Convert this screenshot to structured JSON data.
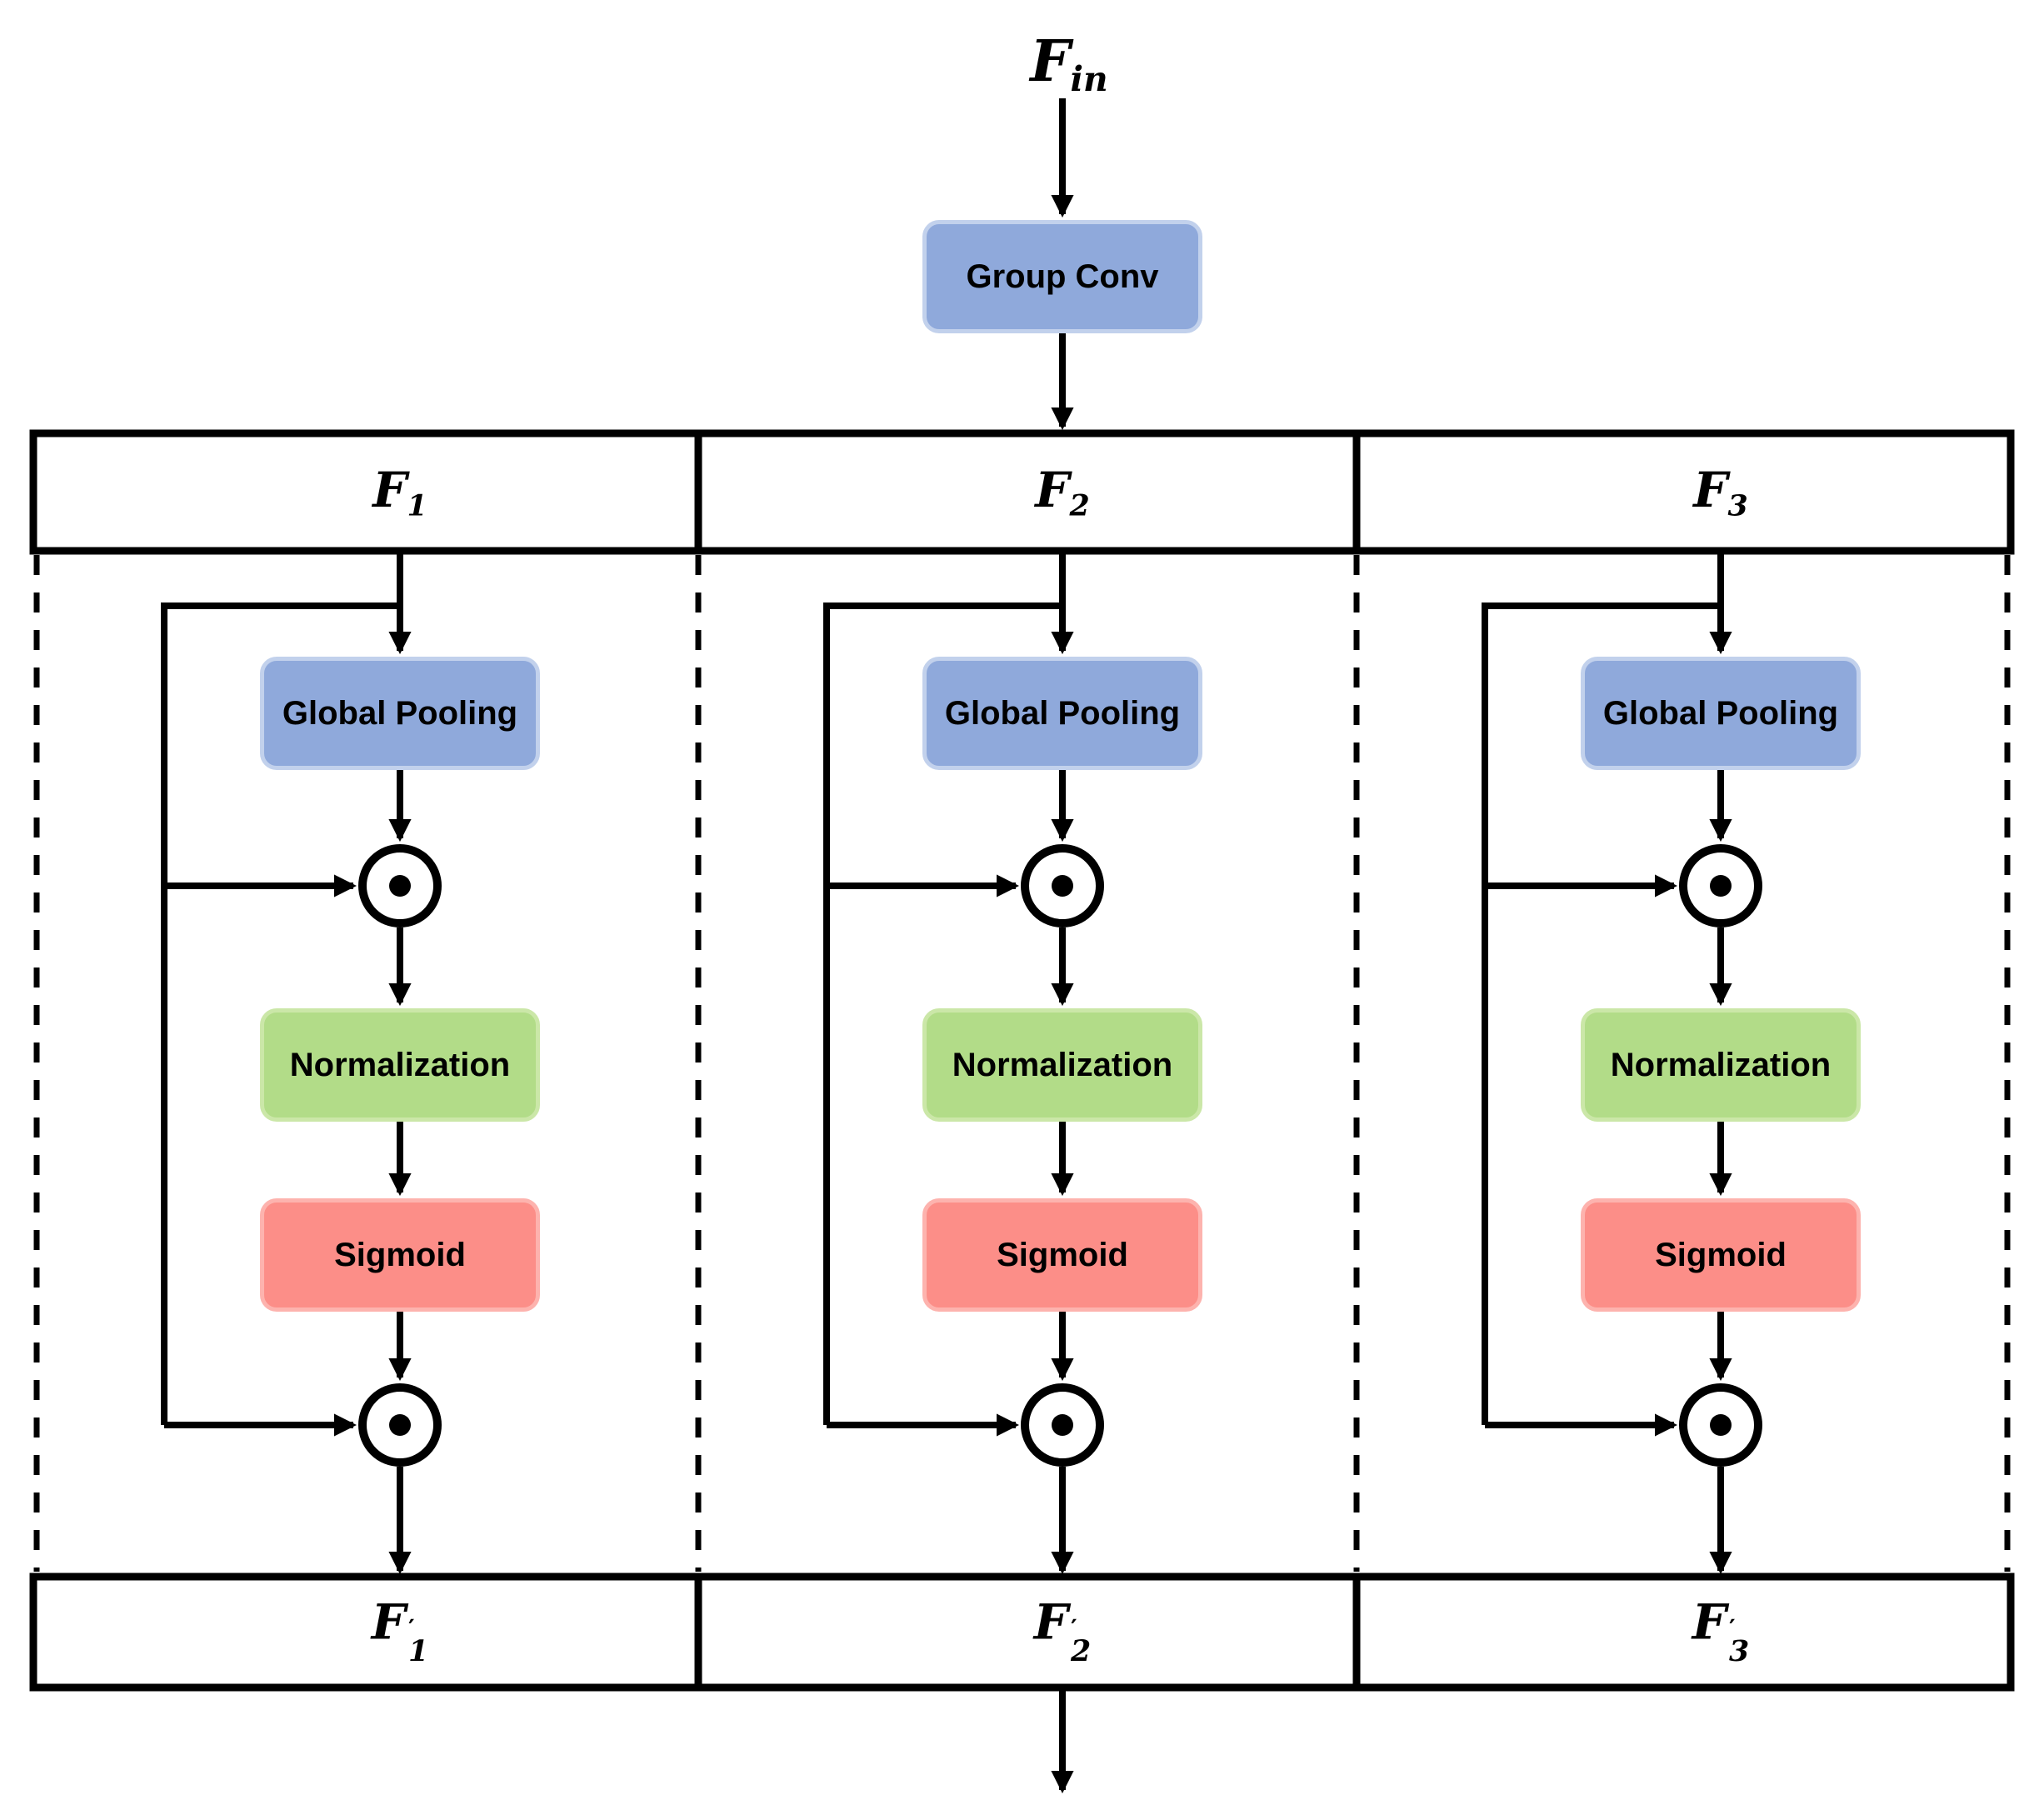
{
  "colors": {
    "canvas_bg": "#ffffff",
    "line": "#000000",
    "box_blue_fill": "#8FA9DB",
    "box_blue_border": "#C2D1EC",
    "box_green_fill": "#B2DC88",
    "box_green_border": "#CBE7A8",
    "box_red_fill": "#FC8E88",
    "box_red_border": "#FDB3AE"
  },
  "input": {
    "base": "F",
    "sub": "in"
  },
  "group_conv": {
    "label": "Group Conv"
  },
  "operator_icon": "circled-dot-elementwise-product",
  "branches": [
    {
      "header_base": "F",
      "header_sub": "1",
      "pool_label": "Global Pooling",
      "norm_label": "Normalization",
      "sigmoid_label": "Sigmoid",
      "out_base": "F",
      "out_prime": "′",
      "out_sub": "1"
    },
    {
      "header_base": "F",
      "header_sub": "2",
      "pool_label": "Global Pooling",
      "norm_label": "Normalization",
      "sigmoid_label": "Sigmoid",
      "out_base": "F",
      "out_prime": "′",
      "out_sub": "2"
    },
    {
      "header_base": "F",
      "header_sub": "3",
      "pool_label": "Global Pooling",
      "norm_label": "Normalization",
      "sigmoid_label": "Sigmoid",
      "out_base": "F",
      "out_prime": "′",
      "out_sub": "3"
    }
  ]
}
